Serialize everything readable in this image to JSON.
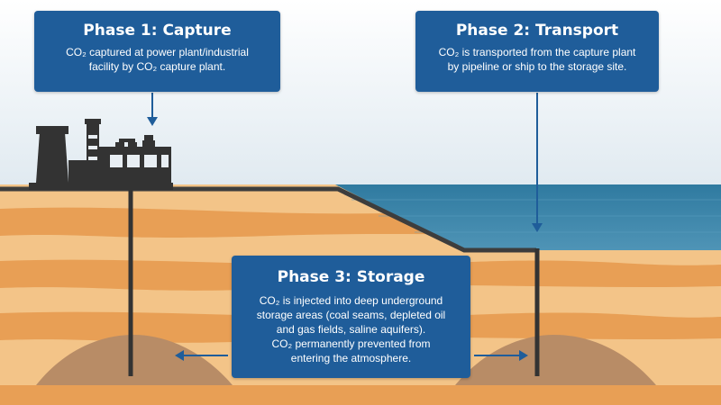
{
  "phases": [
    {
      "title": "Phase 1: Capture",
      "lines": [
        "CO₂ captured at power plant/industrial",
        "facility by CO₂ capture plant."
      ]
    },
    {
      "title": "Phase 2: Transport",
      "lines": [
        "CO₂ is transported from the capture plant",
        "by pipeline or ship to the storage site."
      ]
    },
    {
      "title": "Phase 3: Storage",
      "lines": [
        "CO₂ is injected into deep underground",
        "storage areas (coal seams, depleted oil",
        "and gas fields, saline aquifers).",
        "CO₂ permanently prevented from",
        "entering the atmosphere."
      ]
    }
  ],
  "colors": {
    "box": "#1f5d9a",
    "sky": "#e4edf3",
    "sea": "#3a7fa3",
    "ground_light": "#f2c07f",
    "ground_dark": "#e59a4e",
    "pipe": "#3a3a3a",
    "reservoir": "#b58a63",
    "factory": "#333333"
  },
  "icons": [
    "factory-icon",
    "arrow-down-icon",
    "double-arrow-icon"
  ]
}
